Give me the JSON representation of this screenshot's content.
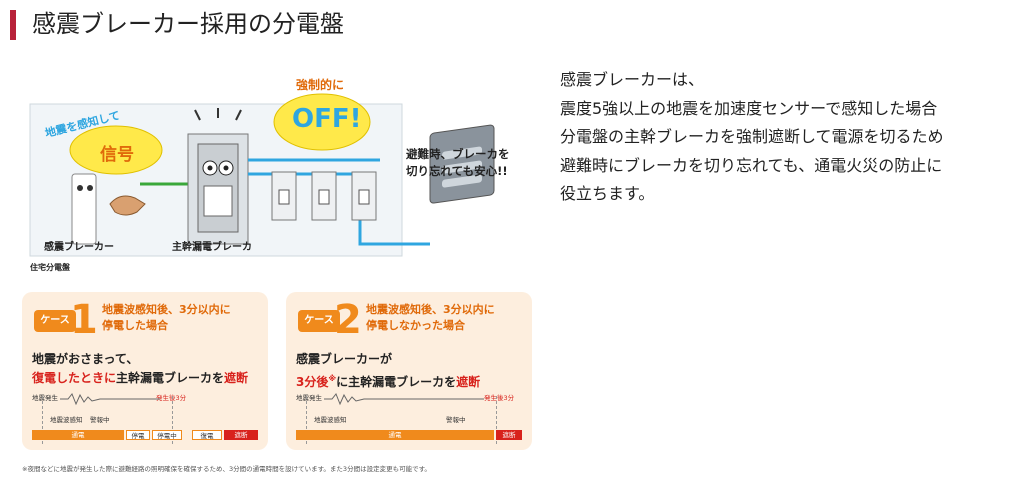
{
  "title": "感震ブレーカー採用の分電盤",
  "description": "感震ブレーカーは、\n震度5強以上の地震を加速度センサーで感知した場合\n分電盤の主幹ブレーカを強制遮断して電源を切るため\n避難時にブレーカを切り忘れても、通電火災の防止に\n役立ちます。",
  "illustration": {
    "detect_label": "地震を感知して",
    "signal": "信号",
    "force": "強制的に",
    "off": "OFF!",
    "evac_note": "避難時、ブレーカを\n切り忘れても安心!!",
    "kanshin_label": "感震ブレーカー",
    "main_label": "主幹漏電ブレーカ",
    "board_label": "住宅分電盤"
  },
  "cases": [
    {
      "badge_label": "ケース",
      "number": "1",
      "condition": "地震波感知後、3分以内に\n停電した場合",
      "head_line1": "地震がおさまって、",
      "head_red": "復電したときに",
      "head_rest": "主幹漏電ブレーカを",
      "head_red2": "遮断",
      "tl_start": "地震発生",
      "tl_end": "発生後3分",
      "tl_detect": "地震波感知",
      "tl_alarm": "警報中",
      "bars": [
        "通電",
        "停電",
        "停電中",
        "復電",
        "遮断"
      ]
    },
    {
      "badge_label": "ケース",
      "number": "2",
      "condition": "地震波感知後、3分以内に\n停電しなかった場合",
      "head_line1": "感震ブレーカーが",
      "head_red": "3分後",
      "head_sup": "※",
      "head_rest": "に主幹漏電ブレーカを",
      "head_red2": "遮断",
      "tl_start": "地震発生",
      "tl_end": "発生後3分",
      "tl_detect": "地震波感知",
      "tl_alarm": "警報中",
      "bars": [
        "通電",
        "遮断"
      ]
    }
  ],
  "footnote": "※夜間などに地震が発生した際に避難経路の照明確保を確保するため、3分間の通電時間を設けています。また3分間は設定変更も可能です。",
  "colors": {
    "accent": "#b8223a",
    "orange": "#f08a1c",
    "red": "#d8221c",
    "cyan": "#2fa6e0",
    "green": "#3aa83a"
  }
}
